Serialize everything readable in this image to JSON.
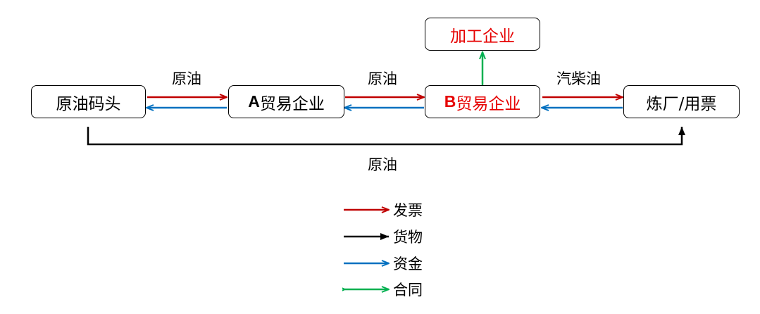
{
  "nodes": {
    "dock": {
      "pre": "",
      "text": "原油码头"
    },
    "trade_a": {
      "pre": "A",
      "text": "贸易企业"
    },
    "trade_b": {
      "pre": "B",
      "text": "贸易企业"
    },
    "refinery": {
      "pre": "",
      "text": "炼厂/用票"
    },
    "processing": {
      "pre": "",
      "text": "加工企业"
    }
  },
  "edge_labels": {
    "dock_to_a": "原油",
    "a_to_b": "原油",
    "b_to_refinery": "汽柴油",
    "dock_to_refinery": "原油"
  },
  "colors": {
    "invoice": "#c00000",
    "goods": "#000000",
    "funds": "#0070c0",
    "contract": "#00b050",
    "highlight_text": "#e60000"
  },
  "legend": [
    {
      "label": "发票",
      "color": "#c00000",
      "double": false
    },
    {
      "label": "货物",
      "color": "#000000",
      "double": false
    },
    {
      "label": "资金",
      "color": "#0070c0",
      "double": false
    },
    {
      "label": "合同",
      "color": "#00b050",
      "double": true
    }
  ]
}
